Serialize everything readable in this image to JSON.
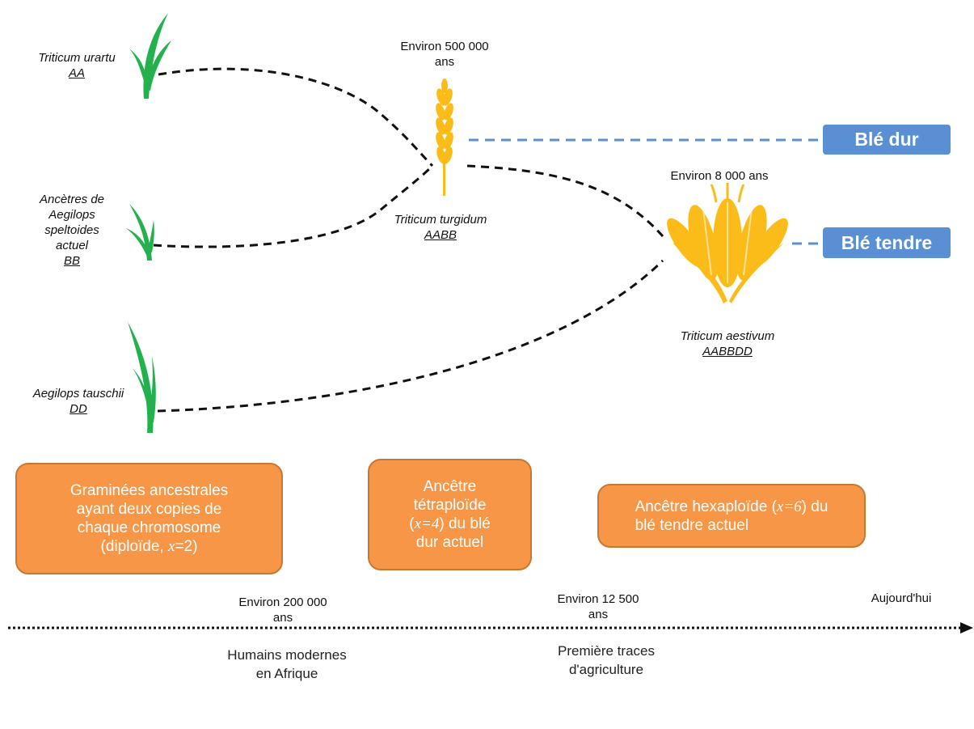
{
  "colors": {
    "orange_box": "#f79646",
    "orange_border": "#c77832",
    "blue_label": "#5b8fd4",
    "grass_green": "#22b14c",
    "wheat_gold": "#fbbc1a",
    "dashed_black": "#111111",
    "dashed_blue": "#5b8fd4"
  },
  "species": {
    "urartu": {
      "name": "Triticum urartu",
      "genome": "AA"
    },
    "speltoides": {
      "name_lines": [
        "Ancètres de",
        "Aegilops",
        "speltoides",
        "actuel"
      ],
      "genome": "BB"
    },
    "tauschii": {
      "name": "Aegilops tauschii",
      "genome": "DD"
    },
    "turgidum": {
      "name": "Triticum turgidum",
      "genome": "AABB"
    },
    "aestivum": {
      "name": "Triticum aestivum",
      "genome": "AABBDD"
    }
  },
  "ages": {
    "tetraploid": [
      "Environ 500 000",
      "ans"
    ],
    "hexaploid": "Environ 8 000 ans"
  },
  "labels": {
    "ble_dur": "Blé dur",
    "ble_tendre": "Blé tendre"
  },
  "boxes": {
    "diploid": {
      "line1": "Graminées ancestrales",
      "line2": "ayant deux copies de",
      "line3": "chaque chromosome",
      "line4_pre": "(diploïde, ",
      "line4_var": "x",
      "line4_post": "=2)"
    },
    "tetraploid": {
      "line1": "Ancêtre",
      "line2": "tétraploïde",
      "line3_pre": "(",
      "line3_var": "x=4",
      "line3_post": ") du blé",
      "line4": "dur actuel"
    },
    "hexaploid": {
      "line1_pre": "Ancêtre hexaploïde (",
      "line1_var": "x=6",
      "line1_post": ") du",
      "line2": "blé tendre actuel"
    }
  },
  "timeline": {
    "ticks": [
      {
        "line1": "Environ 200 000",
        "line2": "ans"
      },
      {
        "line1": "Environ 12 500",
        "line2": "ans"
      },
      {
        "line1": "Aujourd'hui"
      }
    ],
    "events": [
      {
        "line1": "Humains modernes",
        "line2": "en Afrique"
      },
      {
        "line1": "Première traces",
        "line2": "d'agriculture"
      }
    ]
  }
}
